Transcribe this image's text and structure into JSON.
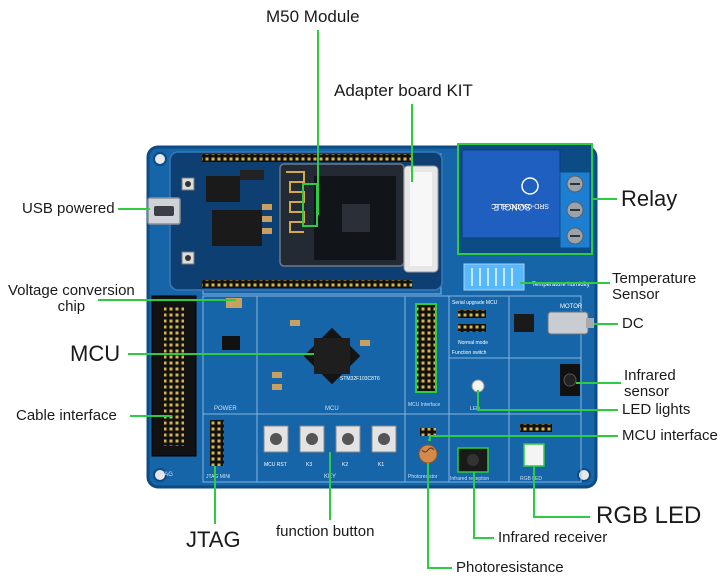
{
  "labels": {
    "m50_module": "M50  Module",
    "adapter_board_kit": "Adapter board KIT",
    "usb_powered": "USB powered",
    "relay": "Relay",
    "voltage_conversion_chip": "Voltage conversion\nchip",
    "temperature_sensor": "Temperature\nSensor",
    "mcu": "MCU",
    "dc": "DC",
    "infrared_sensor": "Infrared\nsensor",
    "cable_interface": "Cable interface",
    "led_lights": "LED lights",
    "mcu_interface": "MCU interface",
    "rgb_led": "RGB LED",
    "jtag": "JTAG",
    "function_button": "function button",
    "infrared_receiver": "Infrared receiver",
    "photoresistance": "Photoresistance"
  },
  "board_text": {
    "relay_model": "SRD-03VDC-SL-C",
    "songle": "SONGLE",
    "temp_humidity": "Temperature humidity",
    "motor": "MOTOR",
    "mcu_chip": "STM32F103C8T6",
    "power": "POWER",
    "mcu": "MCU",
    "jtag": "JTAG",
    "jtag_mini": "JTAG MINI",
    "key": "KEY",
    "photoresistor": "Photoresistor",
    "infrared_reception": "Infrared reception",
    "rgb_led": "RGB LED",
    "led": "LED",
    "mcu_interface": "MCU Interface",
    "function_switch": "Function switch",
    "serial_upgrade_mcu": "Serial upgrade MCU",
    "normal_mode": "Normal mode",
    "keys": [
      "MCU RST",
      "K3",
      "K2",
      "K1"
    ]
  },
  "colors": {
    "board": "#1565a8",
    "board_dark": "#0d4b84",
    "callout": "#2ecc40",
    "leader": "#222222",
    "relay_blue": "#1f5fbf",
    "terminal": "#1d7fd1"
  },
  "icons": {
    "usb": "usb-port-icon",
    "wifi_antenna": "antenna-icon"
  }
}
